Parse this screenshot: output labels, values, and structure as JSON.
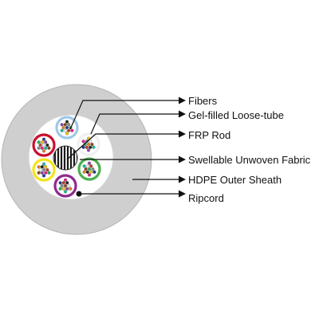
{
  "labels": {
    "fibers": "Fibers",
    "loose_tube": "Gel-filled Loose-tube",
    "frp_rod": "FRP Rod",
    "fabric": "Swellable Unwoven Fabric",
    "sheath": "HDPE Outer Sheath",
    "ripcord": "Ripcord"
  },
  "colors": {
    "sheath": "#cfcfcf",
    "core": "#ffffff",
    "line": "#111111",
    "tubes": [
      "#9fc8e8",
      "#f0f0f0",
      "#4caf50",
      "#8e2a8e",
      "#f2e41a",
      "#c8102e"
    ]
  },
  "icons": {
    "arrow": "arrowhead-right",
    "ripcord": "filled-dot"
  }
}
